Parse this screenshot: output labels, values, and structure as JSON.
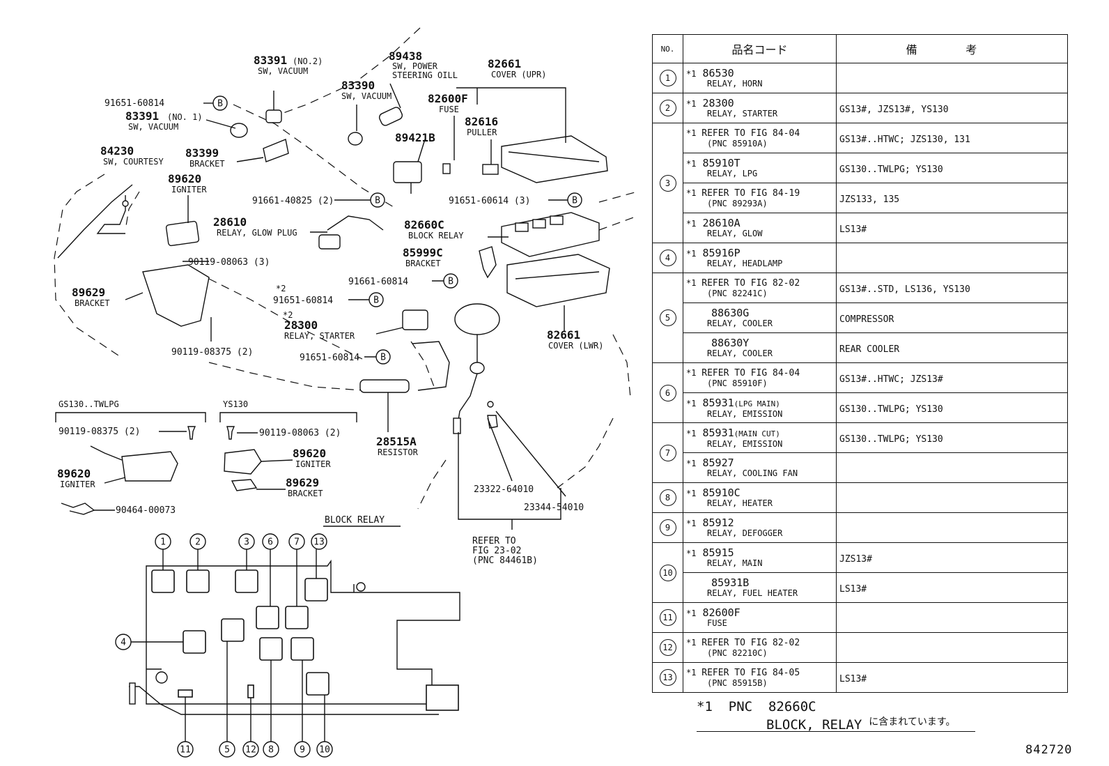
{
  "callouts": [
    {
      "num": "83391",
      "desc": "(NO.2)",
      "desc2": "SW, VACUUM"
    },
    {
      "num": "89438",
      "desc": "SW, POWER",
      "desc2": "STEERING OILL"
    },
    {
      "num": "82661",
      "desc": "COVER (UPR)"
    },
    {
      "num": "83390",
      "desc": "SW, VACUUM"
    },
    {
      "num": "82600F",
      "desc": "FUSE"
    },
    {
      "num": "91651-60814"
    },
    {
      "num": "83391",
      "desc": "(NO. 1)",
      "desc2": "SW, VACUUM"
    },
    {
      "num": "82616",
      "desc": "PULLER"
    },
    {
      "num": "89421B"
    },
    {
      "num": "84230",
      "desc": "SW, COURTESY"
    },
    {
      "num": "83399",
      "desc": "BRACKET"
    },
    {
      "num": "89620",
      "desc": "IGNITER"
    },
    {
      "num": "91661-40825 (2)"
    },
    {
      "num": "91651-60614 (3)"
    },
    {
      "num": "28610",
      "desc": "RELAY, GLOW PLUG"
    },
    {
      "num": "82660C",
      "desc": "BLOCK RELAY"
    },
    {
      "num": "90119-08063 (3)"
    },
    {
      "num": "85999C",
      "desc": "BRACKET"
    },
    {
      "num": "91661-60814"
    },
    {
      "num": "89629",
      "desc": "BRACKET"
    },
    {
      "num": "*2",
      "desc": "91651-60814"
    },
    {
      "num": "*2",
      "desc": "28300",
      "desc2": "RELAY, STARTER"
    },
    {
      "num": "82661",
      "desc": "COVER (LWR)"
    },
    {
      "num": "90119-08375 (2)"
    },
    {
      "num": "91651-60814"
    },
    {
      "num": "28515A",
      "desc": "RESISTOR"
    },
    {
      "num": "23322-64010"
    },
    {
      "num": "23344-54010"
    },
    {
      "num": "REFER TO",
      "desc": "FIG 23-02",
      "desc2": "(PNC 84461B)"
    }
  ],
  "bolt_marker": "B",
  "variants": {
    "gs130": {
      "title": "GS130..TWLPG",
      "bolt": "90119-08375 (2)",
      "igniter_num": "89620",
      "igniter_desc": "IGNITER",
      "harness": "90464-00073"
    },
    "ys130": {
      "title": "YS130",
      "bolt": "90119-08063 (2)",
      "igniter_num": "89620",
      "igniter_desc": "IGNITER",
      "bracket_num": "89629",
      "bracket_desc": "BRACKET"
    }
  },
  "block_relay_title": "BLOCK RELAY",
  "socket_labels": {
    "top": [
      "1",
      "2",
      "3",
      "6",
      "7",
      "13"
    ],
    "left": [
      "4"
    ],
    "bottom": [
      "11",
      "5",
      "12",
      "8",
      "9",
      "10"
    ]
  },
  "table": {
    "headers": {
      "no": "NO.",
      "code": "品名コード",
      "remark": "備 考"
    },
    "rows": [
      {
        "no": "1",
        "star": "*1",
        "code": "86530",
        "desc": "RELAY, HORN",
        "remark": ""
      },
      {
        "no": "2",
        "star": "*1",
        "code": "28300",
        "desc": "RELAY, STARTER",
        "remark": "GS13#, JZS13#, YS130"
      },
      {
        "no": "3",
        "star": "*1",
        "code": "REFER TO FIG 84-04",
        "desc": "(PNC 85910A)",
        "remark": "GS13#..HTWC; JZS130, 131"
      },
      {
        "no": "",
        "star": "*1",
        "code": "85910T",
        "desc": "RELAY, LPG",
        "remark": "GS130..TWLPG; YS130"
      },
      {
        "no": "",
        "star": "*1",
        "code": "REFER TO FIG 84-19",
        "desc": "(PNC 89293A)",
        "remark": "JZS133, 135"
      },
      {
        "no": "",
        "star": "*1",
        "code": "28610A",
        "desc": "RELAY, GLOW",
        "remark": "LS13#"
      },
      {
        "no": "4",
        "star": "*1",
        "code": "85916P",
        "desc": "RELAY, HEADLAMP",
        "remark": ""
      },
      {
        "no": "5",
        "star": "*1",
        "code": "REFER TO FIG 82-02",
        "desc": "(PNC 82241C)",
        "remark": "GS13#..STD, LS136, YS130"
      },
      {
        "no": "",
        "star": "",
        "code": "88630G",
        "desc": "RELAY, COOLER",
        "remark": "COMPRESSOR"
      },
      {
        "no": "",
        "star": "",
        "code": "88630Y",
        "desc": "RELAY, COOLER",
        "remark": "REAR COOLER"
      },
      {
        "no": "6",
        "star": "*1",
        "code": "REFER TO FIG 84-04",
        "desc": "(PNC 85910F)",
        "remark": "GS13#..HTWC; JZS13#"
      },
      {
        "no": "",
        "star": "*1",
        "code": "85931",
        "code_note": "(LPG MAIN)",
        "desc": "RELAY, EMISSION",
        "remark": "GS130..TWLPG; YS130"
      },
      {
        "no": "7",
        "star": "*1",
        "code": "85931",
        "code_note": "(MAIN CUT)",
        "desc": "RELAY, EMISSION",
        "remark": "GS130..TWLPG; YS130"
      },
      {
        "no": "",
        "star": "*1",
        "code": "85927",
        "desc": "RELAY, COOLING FAN",
        "remark": ""
      },
      {
        "no": "8",
        "star": "*1",
        "code": "85910C",
        "desc": "RELAY, HEATER",
        "remark": ""
      },
      {
        "no": "9",
        "star": "*1",
        "code": "85912",
        "desc": "RELAY, DEFOGGER",
        "remark": ""
      },
      {
        "no": "10",
        "star": "*1",
        "code": "85915",
        "desc": "RELAY, MAIN",
        "remark": "JZS13#"
      },
      {
        "no": "",
        "star": "",
        "code": "85931B",
        "desc": "RELAY, FUEL HEATER",
        "remark": "LS13#"
      },
      {
        "no": "11",
        "star": "*1",
        "code": "82600F",
        "desc": "FUSE",
        "remark": ""
      },
      {
        "no": "12",
        "star": "*1",
        "code": "REFER TO FIG 82-02",
        "desc": "(PNC 82210C)",
        "remark": ""
      },
      {
        "no": "13",
        "star": "*1",
        "code": "REFER TO FIG 84-05",
        "desc": "(PNC 85915B)",
        "remark": "LS13#"
      }
    ]
  },
  "footnote": {
    "line1": "*1  PNC  82660C",
    "line2": "BLOCK, RELAY",
    "jp": "に含まれています。"
  },
  "figure_id": "842720"
}
